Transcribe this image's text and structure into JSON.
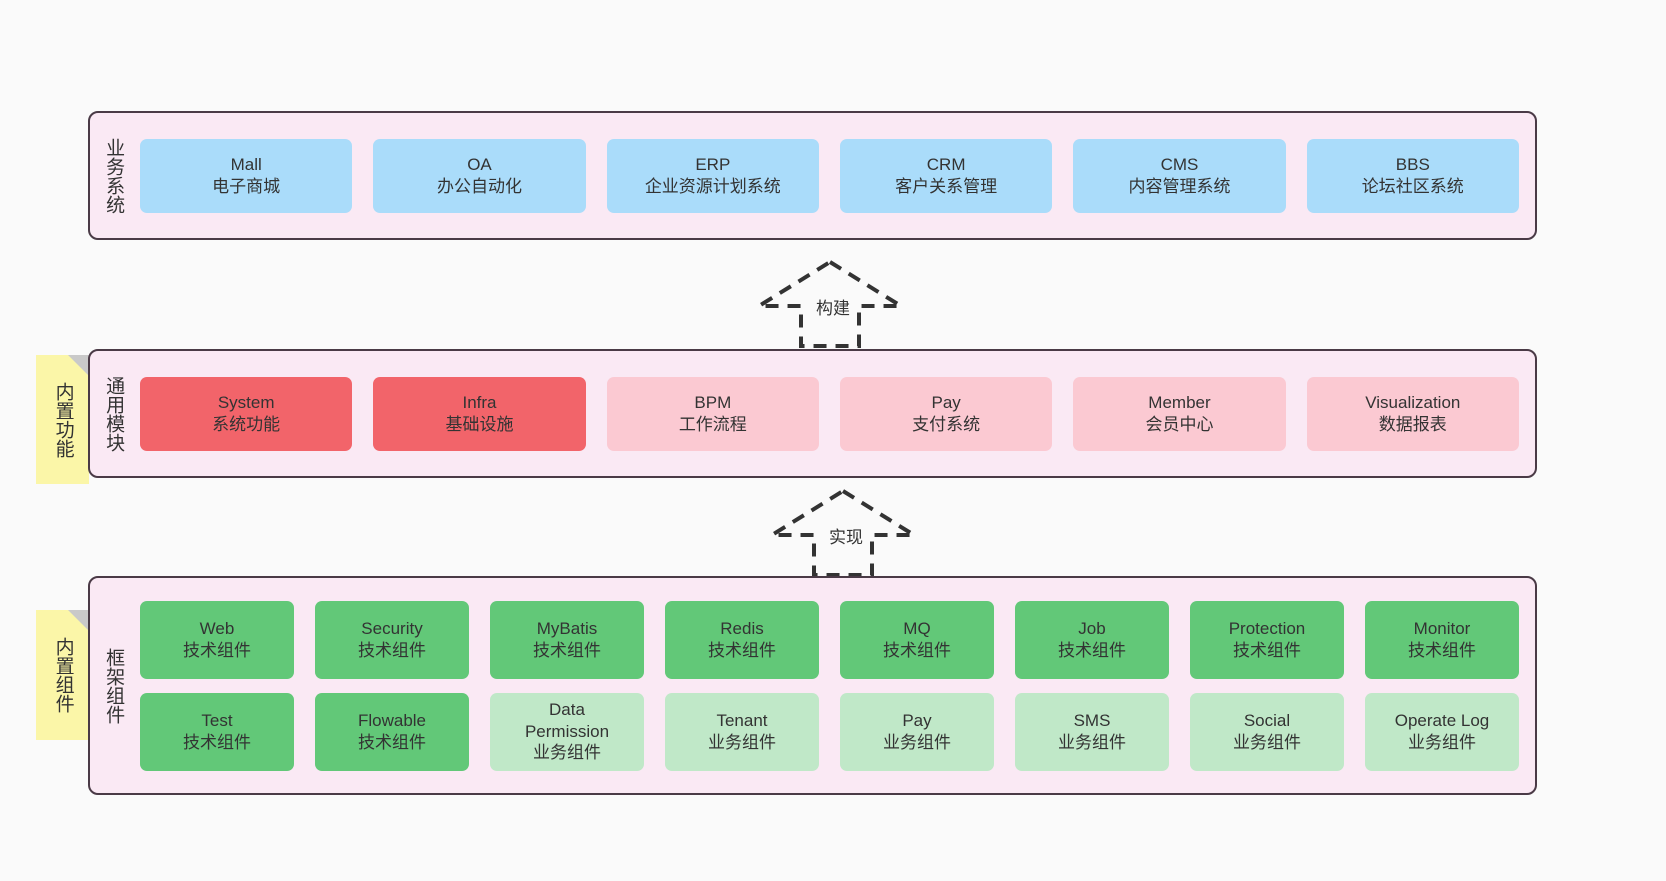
{
  "diagram": {
    "background_color": "#fafafa",
    "layer_fill": "#fae9f4",
    "layer_border": "#4a3a46",
    "note_color": "#fbf6a8",
    "colors": {
      "blue": "#aadcfa",
      "red": "#f2646a",
      "pink": "#fbc9d2",
      "green": "#62c878",
      "light_green": "#c0e8c8"
    }
  },
  "layers": [
    {
      "id": "business",
      "title": "业务系统",
      "rows": [
        {
          "cards": [
            {
              "name": "Mall",
              "desc": "电子商城",
              "color": "blue"
            },
            {
              "name": "OA",
              "desc": "办公自动化",
              "color": "blue"
            },
            {
              "name": "ERP",
              "desc": "企业资源计划系统",
              "color": "blue"
            },
            {
              "name": "CRM",
              "desc": "客户关系管理",
              "color": "blue"
            },
            {
              "name": "CMS",
              "desc": "内容管理系统",
              "color": "blue"
            },
            {
              "name": "BBS",
              "desc": "论坛社区系统",
              "color": "blue"
            }
          ]
        }
      ]
    },
    {
      "id": "common",
      "title": "通用模块",
      "note": "内置功能",
      "rows": [
        {
          "cards": [
            {
              "name": "System",
              "desc": "系统功能",
              "color": "red"
            },
            {
              "name": "Infra",
              "desc": "基础设施",
              "color": "red"
            },
            {
              "name": "BPM",
              "desc": "工作流程",
              "color": "pink"
            },
            {
              "name": "Pay",
              "desc": "支付系统",
              "color": "pink"
            },
            {
              "name": "Member",
              "desc": "会员中心",
              "color": "pink"
            },
            {
              "name": "Visualization",
              "desc": "数据报表",
              "color": "pink"
            }
          ]
        }
      ]
    },
    {
      "id": "framework",
      "title": "框架组件",
      "note": "内置组件",
      "rows": [
        {
          "cards": [
            {
              "name": "Web",
              "desc": "技术组件",
              "color": "green"
            },
            {
              "name": "Security",
              "desc": "技术组件",
              "color": "green"
            },
            {
              "name": "MyBatis",
              "desc": "技术组件",
              "color": "green"
            },
            {
              "name": "Redis",
              "desc": "技术组件",
              "color": "green"
            },
            {
              "name": "MQ",
              "desc": "技术组件",
              "color": "green"
            },
            {
              "name": "Job",
              "desc": "技术组件",
              "color": "green"
            },
            {
              "name": "Protection",
              "desc": "技术组件",
              "color": "green"
            },
            {
              "name": "Monitor",
              "desc": "技术组件",
              "color": "green"
            }
          ]
        },
        {
          "cards": [
            {
              "name": "Test",
              "desc": "技术组件",
              "color": "green"
            },
            {
              "name": "Flowable",
              "desc": "技术组件",
              "color": "green"
            },
            {
              "name": "Data",
              "name2": "Permission",
              "desc": "业务组件",
              "color": "light_green"
            },
            {
              "name": "Tenant",
              "desc": "业务组件",
              "color": "light_green"
            },
            {
              "name": "Pay",
              "desc": "业务组件",
              "color": "light_green"
            },
            {
              "name": "SMS",
              "desc": "业务组件",
              "color": "light_green"
            },
            {
              "name": "Social",
              "desc": "业务组件",
              "color": "light_green"
            },
            {
              "name": "Operate Log",
              "desc": "业务组件",
              "color": "light_green"
            }
          ]
        }
      ]
    }
  ],
  "connectors": [
    {
      "id": "build",
      "label": "构建",
      "direction": "up",
      "style": "dashed-hollow-arrow"
    },
    {
      "id": "impl",
      "label": "实现",
      "direction": "up",
      "style": "dashed-hollow-arrow"
    }
  ]
}
